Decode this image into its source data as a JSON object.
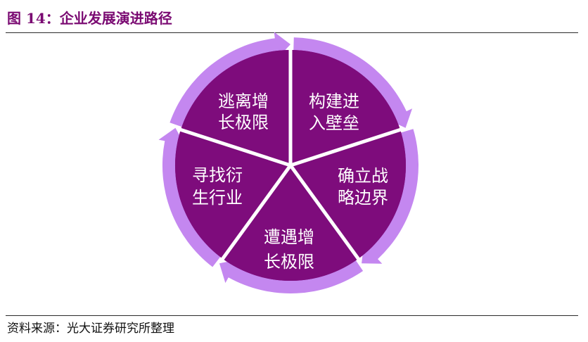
{
  "title": "图 14：企业发展演进路径",
  "source": "资料来源：光大证券研究所整理",
  "colors": {
    "title": "#7a0a72",
    "segment_fill": "#7e0c7c",
    "arrow_fill": "#c487f0",
    "divider": "#ffffff",
    "label": "#ffffff"
  },
  "segments": [
    {
      "line1": "构建进",
      "line2": "入壁垒"
    },
    {
      "line1": "确立战",
      "line2": "略边界"
    },
    {
      "line1": "遭遇增",
      "line2": "长极限"
    },
    {
      "line1": "寻找衍",
      "line2": "生行业"
    },
    {
      "line1": "逃离增",
      "line2": "长极限"
    }
  ]
}
